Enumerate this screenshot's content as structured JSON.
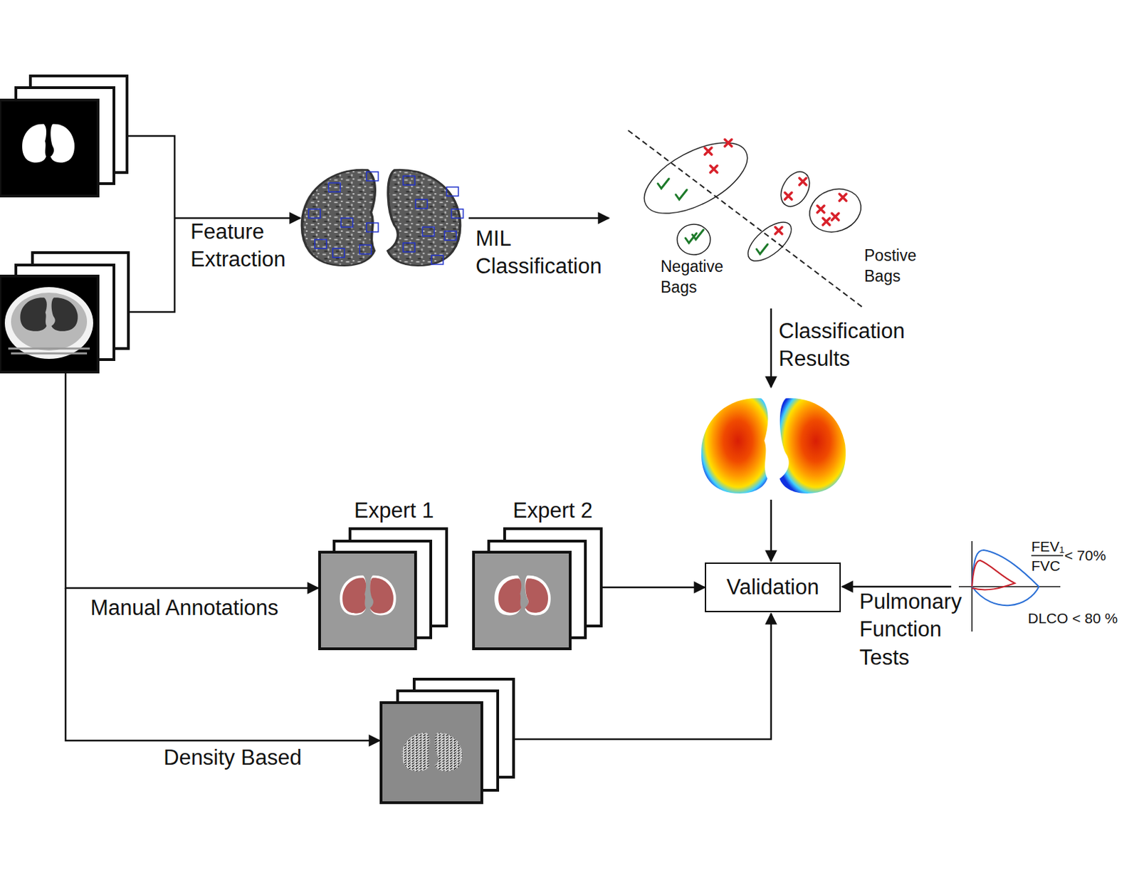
{
  "diagram": {
    "nodes": [
      {
        "text": [
          "Expert 1"
        ]
      },
      {
        "text": [
          "Expert 2"
        ]
      },
      {
        "text": [
          "Validation"
        ]
      }
    ],
    "edges": [
      {
        "from": 1,
        "to": 2,
        "arrow": "to"
      }
    ],
    "labels": [
      "Feature Extraction",
      "MIL Classification",
      "Negative Bags",
      "Postive Bags",
      "Classification Results",
      "Manual Annotations",
      "Density Based",
      "Pulmonary Function Tests",
      "FEV₁",
      "FVC",
      "< 70%",
      "DLCO < 80 %"
    ]
  }
}
